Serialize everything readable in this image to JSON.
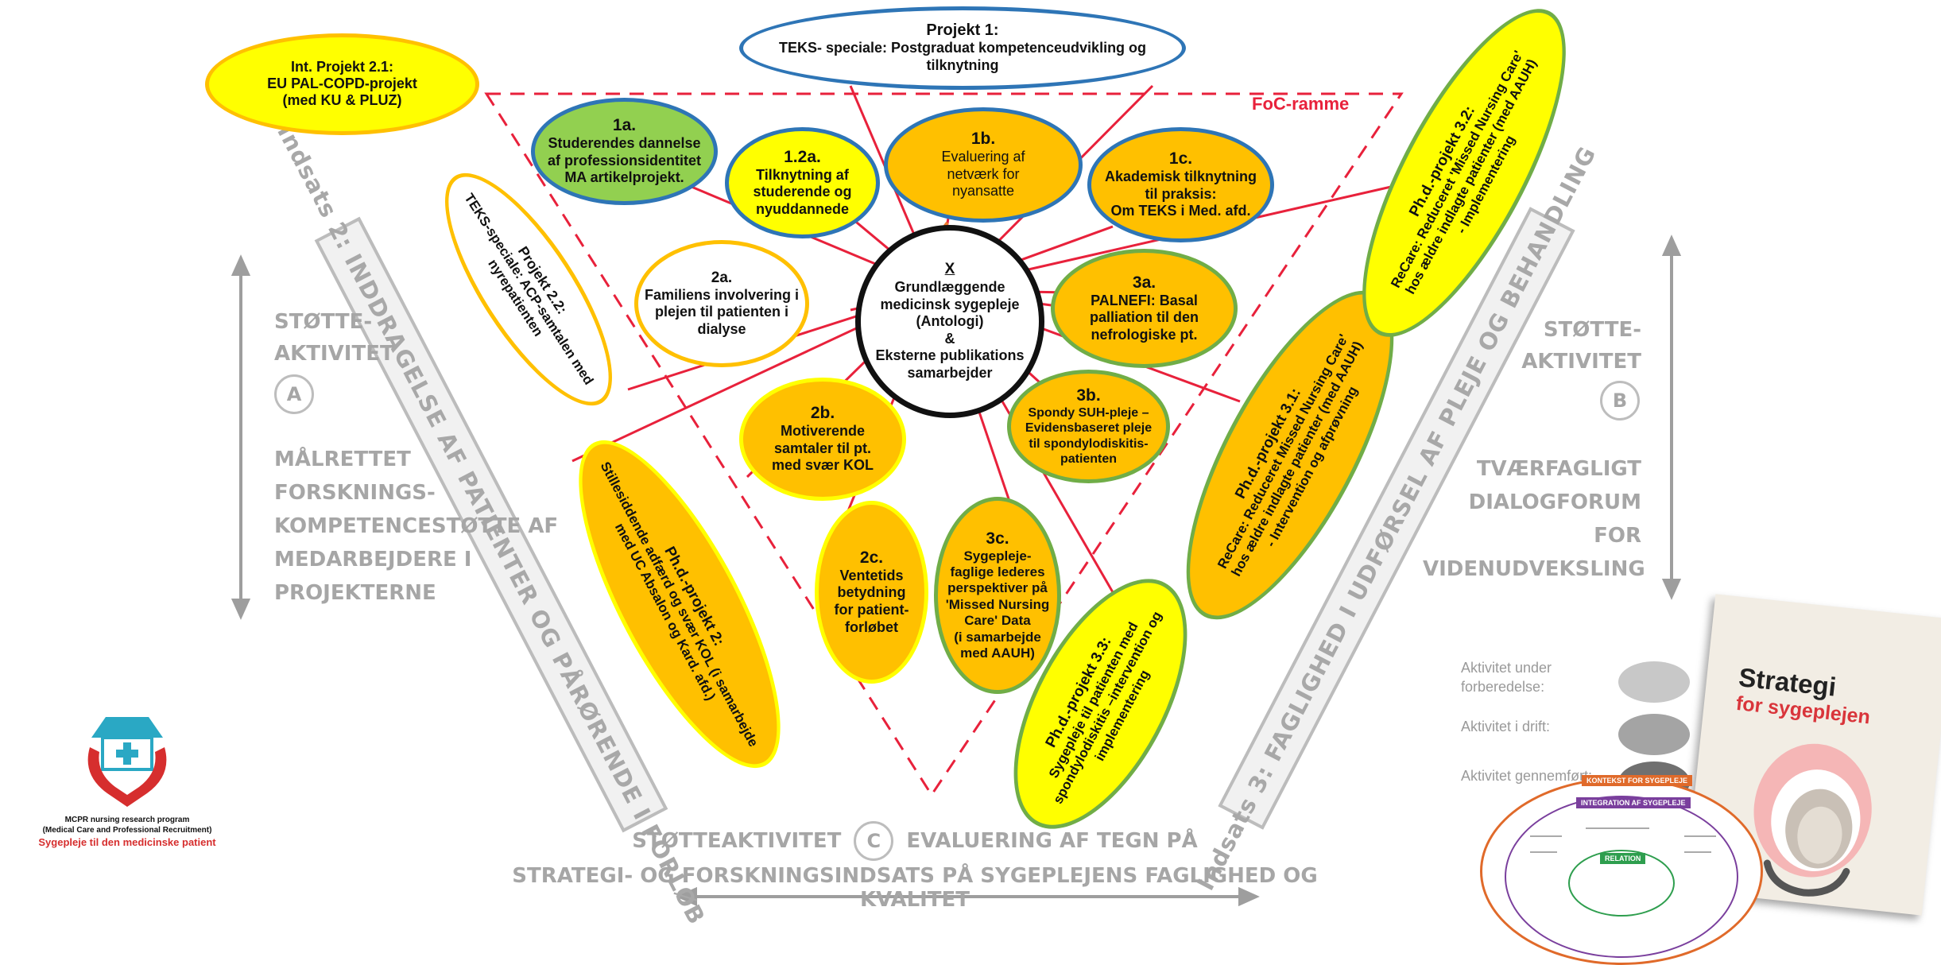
{
  "frame_label": "FoC-ramme",
  "center": {
    "mark": "X",
    "lines": [
      "Grundlæggende",
      "medicinsk sygepleje",
      "(Antologi)",
      "&",
      "Eksterne publikations",
      "samarbejder"
    ]
  },
  "nodes": {
    "p1": {
      "title": "Projekt 1:",
      "lines": [
        "TEKS- speciale: Postgraduat kompetenceudvikling og",
        "tilknytning"
      ]
    },
    "p21": {
      "title": "Int. Projekt 2.1:",
      "lines": [
        "EU PAL-COPD-projekt",
        "(med KU & PLUZ)"
      ]
    },
    "n1a": {
      "title": "1a.",
      "lines": [
        "Studerendes dannelse",
        "af professionsidentitet",
        "MA artikelprojekt."
      ]
    },
    "n12a": {
      "title": "1.2a.",
      "lines": [
        "Tilknytning af",
        "studerende og",
        "nyuddannede"
      ]
    },
    "n1b": {
      "title": "1b.",
      "lines": [
        "Evaluering af",
        "netværk for",
        "nyansatte"
      ]
    },
    "n1c": {
      "title": "1c.",
      "lines": [
        "Akademisk tilknytning",
        "til praksis:",
        "Om TEKS i Med. afd."
      ]
    },
    "p22": {
      "title": "Projekt 2.2:",
      "lines": [
        "TEKS-speciale: ACP-samtalen med",
        "nyrepatienten"
      ]
    },
    "n2a": {
      "title": "2a.",
      "lines": [
        "Familiens involvering i",
        "plejen til patienten i",
        "dialyse"
      ]
    },
    "n3a": {
      "title": "3a.",
      "lines": [
        "PALNEFI:  Basal",
        "palliation til den",
        "nefrologiske pt."
      ]
    },
    "n2b": {
      "title": "2b.",
      "lines": [
        "Motiverende",
        "samtaler til pt.",
        "med svær KOL"
      ]
    },
    "n3b": {
      "title": "3b.",
      "lines": [
        "Spondy SUH-pleje –",
        "Evidensbaseret pleje",
        "til spondylodiskitis-",
        "patienten"
      ]
    },
    "n2c": {
      "title": "2c.",
      "lines": [
        "Ventetids",
        "betydning",
        "for patient-",
        "forløbet"
      ]
    },
    "n3c": {
      "title": "3c.",
      "lines": [
        "Sygepleje-",
        "faglige lederes",
        "perspektiver på",
        "'Missed Nursing",
        "Care' Data",
        "(i samarbejde",
        "med AAUH)"
      ]
    },
    "p2": {
      "title": "Ph.d.-projekt 2:",
      "lines": [
        "Stillesiddende adfærd og svær KOL (i samarbejde",
        "med UC Absalon og Kard. afd.)"
      ]
    },
    "p33": {
      "title": "Ph.d.-projekt 3.3:",
      "lines": [
        "Sygepleje til patienten med",
        "spondylodiskitis –intervention og",
        "implementering"
      ]
    },
    "p31": {
      "title": "Ph.d.-projekt 3.1:",
      "lines": [
        "ReCare: Reduceret Missed Nursing Care'",
        "hos ældre indlagte patienter (med AAUH)",
        "- Intervention og afprøvning"
      ]
    },
    "p32": {
      "title": "Ph.d.-projekt 3.2:",
      "lines": [
        "ReCare: Reduceret 'Missed Nursing Care'",
        "hos ældre indlagte patienter (med AAUH)",
        "- Implementering"
      ]
    }
  },
  "bands": {
    "left": "Indsats 2: INDDRAGELSE AF PATIENTER OG PÅRØRENDE I FORLØB",
    "right": "Indsats 3: FAGLIGHED I UDFØRSEL AF PLEJE OG BEHANDLING"
  },
  "support_a": {
    "heading": [
      "STØTTE-",
      "AKTIVITET"
    ],
    "letter": "A",
    "body": [
      "MÅLRETTET",
      "FORSKNINGS-",
      "KOMPETENCESTØTTE AF",
      "MEDARBEJDERE I",
      "PROJEKTERNE"
    ]
  },
  "support_b": {
    "heading": [
      "STØTTE-",
      "AKTIVITET"
    ],
    "letter": "B",
    "body": [
      "TVÆRFAGLIGT",
      "DIALOGFORUM FOR",
      "VIDENUDVEKSLING"
    ]
  },
  "support_c": {
    "prefix": "STØTTEAKTIVITET",
    "letter": "C",
    "suffix": "EVALUERING AF TEGN PÅ",
    "line2": "STRATEGI- OG FORSKNINGSINDSATS PÅ SYGEPLEJENS FAGLIGHED OG KVALITET"
  },
  "legend": [
    {
      "label_lines": [
        "Aktivitet under",
        "forberedelse:"
      ],
      "color": "#c8c8c8"
    },
    {
      "label_lines": [
        "Aktivitet i drift:"
      ],
      "color": "#a4a4a4"
    },
    {
      "label_lines": [
        "Aktivitet gennemført:"
      ],
      "color": "#707070"
    }
  ],
  "logo": {
    "line1": "MCPR nursing research program",
    "line2": "(Medical Care and Professional Recruitment)",
    "line3": "Sygepleje til den medicinske patient"
  },
  "book": {
    "title1": "Strategi",
    "title2": "for sygeplejen",
    "chart_title": "KONTEKST FOR SYGEPLEJE",
    "chart_band": "INTEGRATION AF SYGEPLEJE",
    "chart_core": "RELATION"
  },
  "colors": {
    "frame_red": "#e8213b",
    "orange": "#ffc000",
    "yellow": "#ffff00",
    "green_fill": "#92d050",
    "blue_border": "#2e75b6",
    "green_border": "#70ad47"
  }
}
